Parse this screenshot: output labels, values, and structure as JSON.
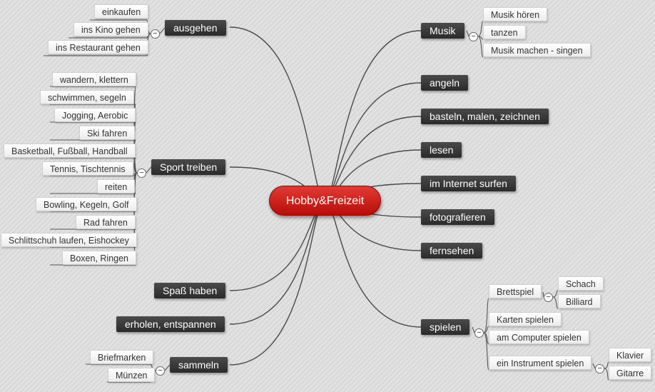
{
  "center": {
    "label": "Hobby&Freizeit"
  },
  "toggle_symbol": "−",
  "branches": {
    "ausgehen": {
      "label": "ausgehen",
      "children": [
        "einkaufen",
        "ins Kino gehen",
        "ins Restaurant gehen"
      ]
    },
    "sport": {
      "label": "Sport treiben",
      "children": [
        "wandern, klettern",
        "schwimmen, segeln",
        "Jogging, Aerobic",
        "Ski fahren",
        "Basketball, Fußball, Handball",
        "Tennis, Tischtennis",
        "reiten",
        "Bowling, Kegeln, Golf",
        "Rad fahren",
        "Schlittschuh laufen, Eishockey",
        "Boxen, Ringen"
      ]
    },
    "spass": {
      "label": "Spaß haben"
    },
    "erholen": {
      "label": "erholen, entspannen"
    },
    "sammeln": {
      "label": "sammeln",
      "children": [
        "Briefmarken",
        "Münzen"
      ]
    },
    "musik": {
      "label": "Musik",
      "children": [
        "Musik hören",
        "tanzen",
        "Musik machen - singen"
      ]
    },
    "angeln": {
      "label": "angeln"
    },
    "basteln": {
      "label": "basteln, malen, zeichnen"
    },
    "lesen": {
      "label": "lesen"
    },
    "internet": {
      "label": "im Internet surfen"
    },
    "foto": {
      "label": "fotografieren"
    },
    "fernsehen": {
      "label": "fernsehen"
    },
    "spielen": {
      "label": "spielen",
      "brettspiel": {
        "label": "Brettspiel",
        "children": [
          "Schach",
          "Billiard"
        ]
      },
      "karten": "Karten spielen",
      "computer": "am Computer spielen",
      "instrument": {
        "label": "ein Instrument spielen",
        "children": [
          "Klavier",
          "Gitarre"
        ]
      }
    }
  }
}
